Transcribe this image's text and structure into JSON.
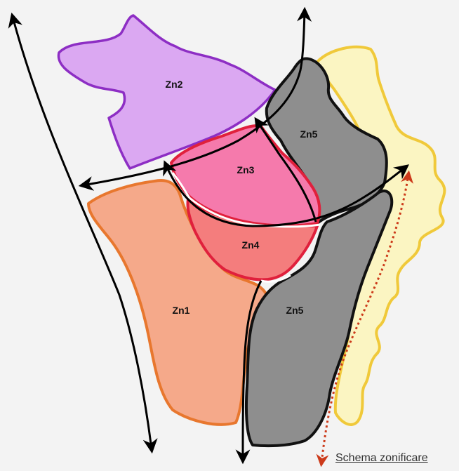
{
  "zones": [
    {
      "id": "zn1",
      "label": "Zn1",
      "fill": "#f5a98a",
      "stroke": "#e8772e"
    },
    {
      "id": "zn2",
      "label": "Zn2",
      "fill": "#dba8f2",
      "stroke": "#8d2ec4"
    },
    {
      "id": "zn3",
      "label": "Zn3",
      "fill": "#f57aac",
      "stroke": "#e0203c"
    },
    {
      "id": "zn4",
      "label": "Zn4",
      "fill": "#f47d7d",
      "stroke": "#e0203c"
    },
    {
      "id": "zn5_upper",
      "label": "Zn5",
      "fill": "#8e8e8e",
      "stroke": "#111111"
    },
    {
      "id": "zn5_lower",
      "label": "Zn5",
      "fill": "#8e8e8e",
      "stroke": "#111111"
    }
  ],
  "tooth": {
    "fill": "#fbf5c2",
    "stroke": "#f0c93a"
  },
  "arrow_color": "#000000",
  "dotted_arrow_color": "#cc3a1a",
  "caption": "Schema zonificare"
}
